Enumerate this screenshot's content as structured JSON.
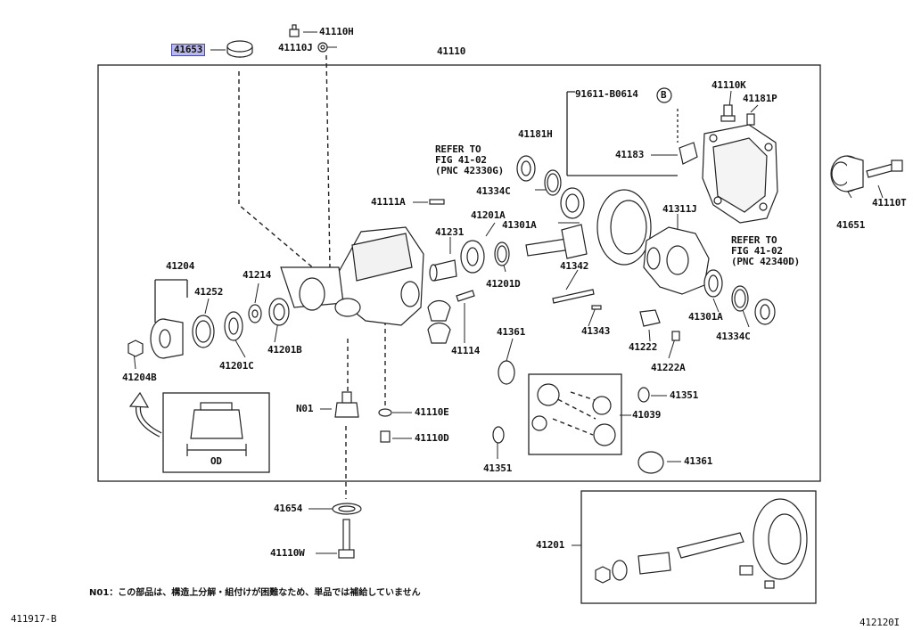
{
  "labels": {
    "p41653": "41653",
    "p41110H": "41110H",
    "p41110J": "41110J",
    "p41110": "41110",
    "p91611": "91611-B0614",
    "circleB": "B",
    "p41110K": "41110K",
    "p41181P": "41181P",
    "p41181H": "41181H",
    "p41183": "41183",
    "p41651": "41651",
    "p41110T": "41110T",
    "p42330G_ref": [
      "REFER TO",
      "FIG 41-02",
      "(PNC 42330G)"
    ],
    "p41334C_a": "41334C",
    "p41111A": "41111A",
    "p41201A": "41201A",
    "p41301A_a": "41301A",
    "p41311J": "41311J",
    "p42340D_ref": [
      "REFER TO",
      "FIG 41-02",
      "(PNC 42340D)"
    ],
    "p41231": "41231",
    "p41204": "41204",
    "p41252": "41252",
    "p41214": "41214",
    "p41201D": "41201D",
    "p41342": "41342",
    "p41301A_b": "41301A",
    "p41334C_b": "41334C",
    "p41222": "41222",
    "p41222A": "41222A",
    "p41343": "41343",
    "p41114": "41114",
    "p41361_a": "41361",
    "p41201C": "41201C",
    "p41201B": "41201B",
    "p41204B": "41204B",
    "p41351_a": "41351",
    "p41039": "41039",
    "nN01": "N01",
    "p41110E": "41110E",
    "p41110D": "41110D",
    "p41351_b": "41351",
    "p41361_b": "41361",
    "od": "OD",
    "p41654": "41654",
    "p41201": "41201",
    "p41110W": "41110W"
  },
  "footnote": "N01：この部品は、構造上分解・組付けが困難なため、単品では補給していません",
  "corner_left": "411917-B",
  "corner_right": "412120I"
}
